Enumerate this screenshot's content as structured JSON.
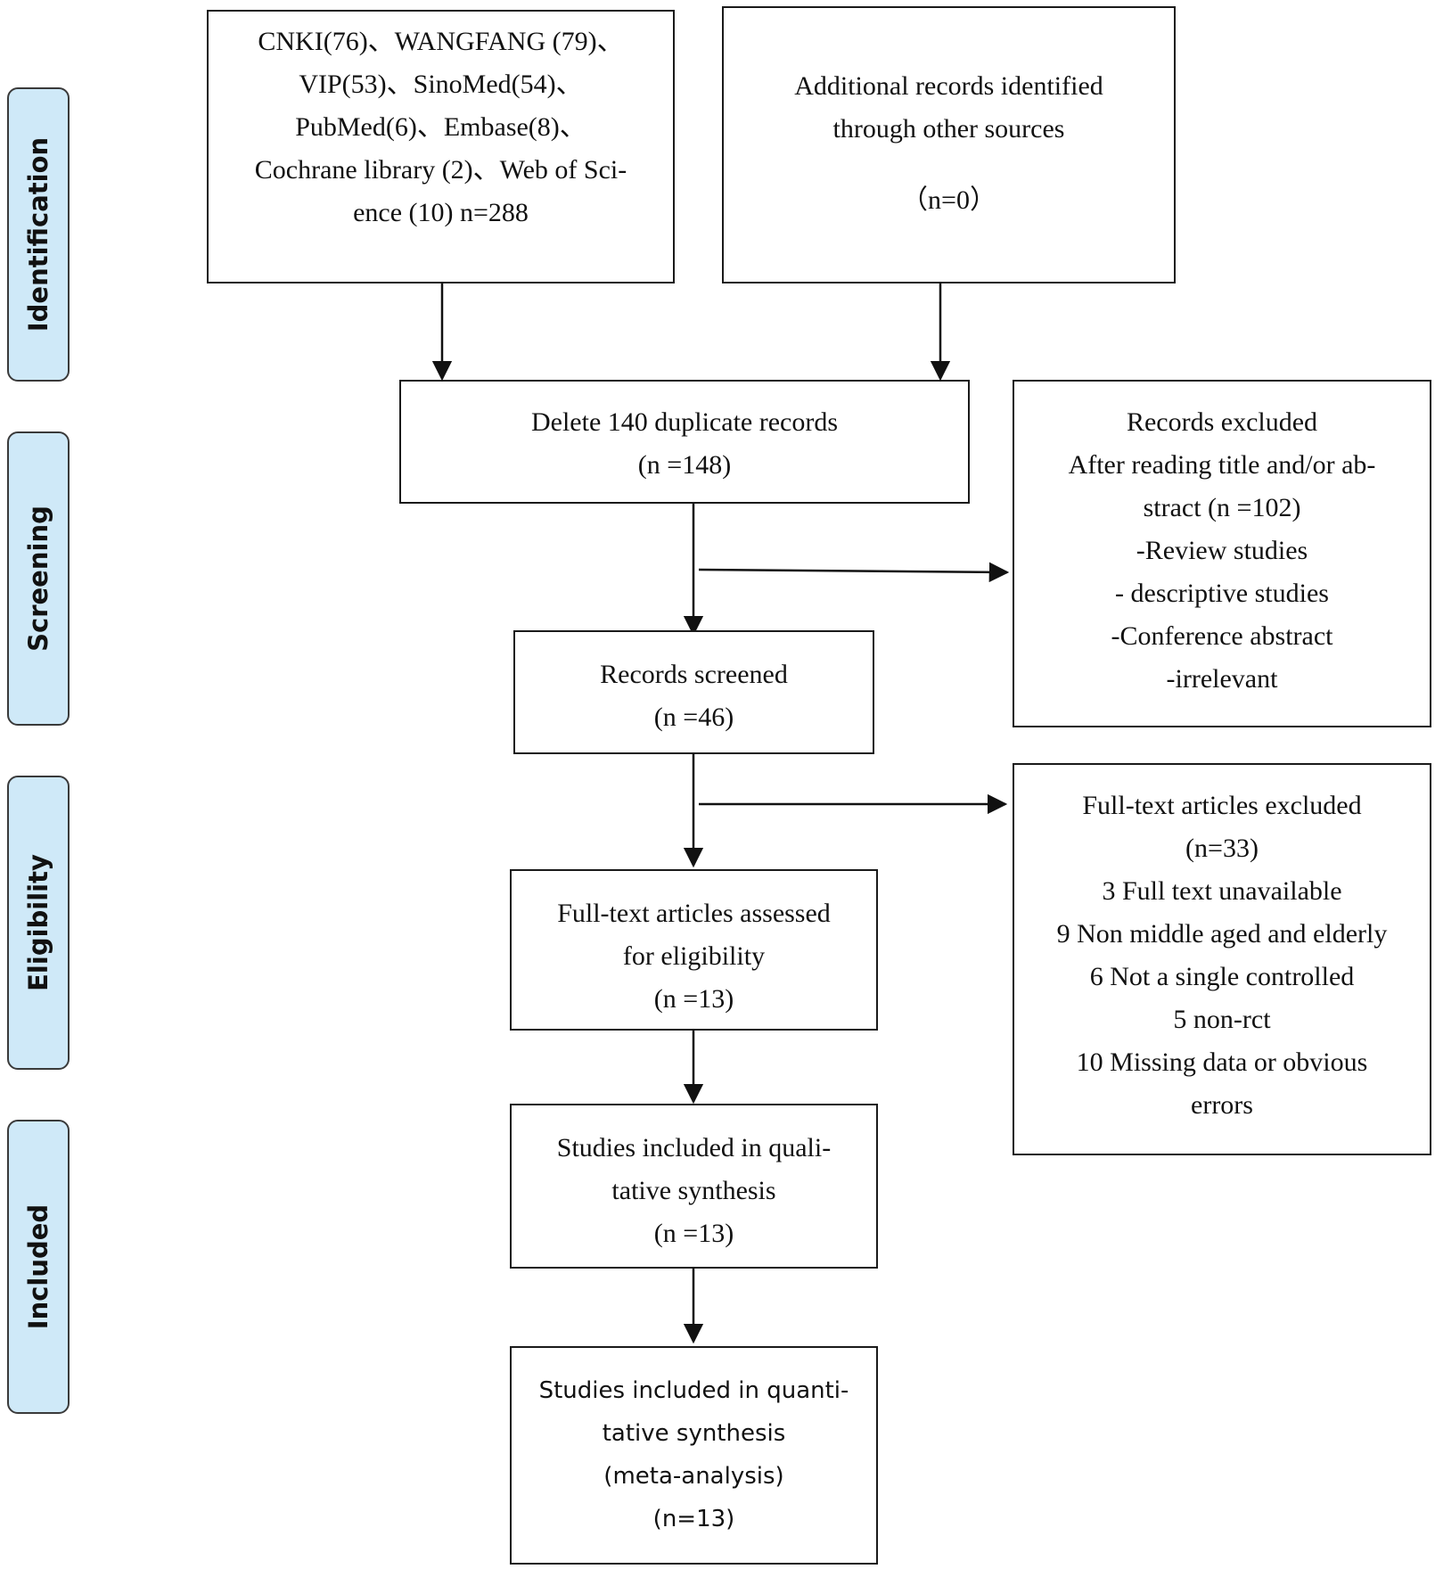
{
  "stages": [
    {
      "id": "identification",
      "label": "Identification"
    },
    {
      "id": "screening",
      "label": "Screening"
    },
    {
      "id": "eligibility",
      "label": "Eligibility"
    },
    {
      "id": "included",
      "label": "Included"
    }
  ],
  "boxes": {
    "databases": [
      "CNKI(76)、WANGFANG (79)、",
      "VIP(53)、SinoMed(54)、",
      "PubMed(6)、Embase(8)、",
      "Cochrane library (2)、Web of Sci-",
      "ence (10)  n=288"
    ],
    "other_sources": [
      "Additional records identified",
      "through other sources",
      "",
      "（n=0）"
    ],
    "duplicates": [
      "Delete 140 duplicate records",
      "(n =148)"
    ],
    "excluded_screening": [
      "Records excluded",
      "After reading title and/or ab-",
      "stract (n =102)",
      "-Review studies",
      "-  descriptive studies",
      "-Conference abstract",
      "-irrelevant"
    ],
    "screened": [
      "Records screened",
      "(n =46)"
    ],
    "excluded_fulltext": [
      "Full-text articles excluded",
      "(n=33)",
      "3 Full text unavailable",
      "9 Non middle aged and elderly",
      "6 Not a single controlled",
      "5 non-rct",
      "10 Missing data or obvious",
      "errors"
    ],
    "assessed": [
      "Full-text articles assessed",
      "for eligibility",
      "(n =13)"
    ],
    "qualitative": [
      "Studies included in quali-",
      "tative synthesis",
      "(n =13)"
    ],
    "quantitative": [
      "Studies included in quanti-",
      "tative synthesis",
      "(meta-analysis)",
      "(n=13)"
    ]
  }
}
